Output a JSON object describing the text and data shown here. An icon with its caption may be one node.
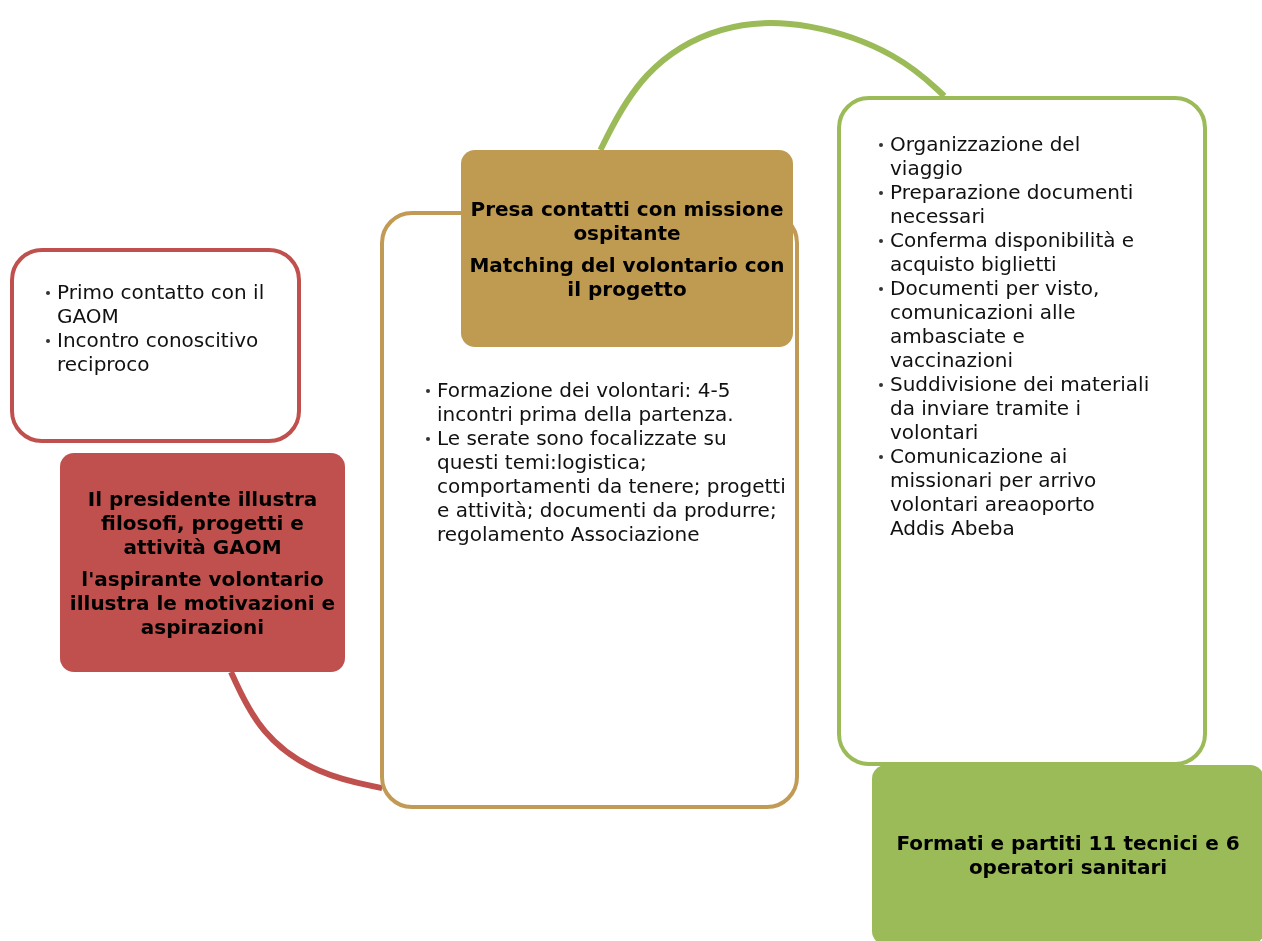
{
  "diagram": {
    "nodes": [
      {
        "text": [
          "Primo contatto con il GAOM",
          "Incontro conoscitivo reciproco"
        ]
      },
      {
        "text": [
          "Il presidente illustra filosofi,  progetti e attività GAOM",
          "l'aspirante volontario illustra le motivazioni e aspirazioni"
        ]
      },
      {
        "text": [
          "Formazione dei volontari: 4-5 incontri prima della partenza.",
          "Le serate sono focalizzate su questi temi:logistica; comportamenti da tenere; progetti e attività; documenti da produrre; regolamento Associazione"
        ]
      },
      {
        "text": [
          "Presa contatti con missione ospitante",
          "Matching del volontario con il progetto"
        ]
      },
      {
        "text": [
          "Organizzazione del viaggio",
          "Preparazione documenti necessari",
          "Conferma disponibilità e acquisto biglietti",
          "Documenti per visto, comunicazioni alle ambasciate e vaccinazioni",
          "Suddivisione dei materiali da inviare tramite i volontari",
          "Comunicazione ai missionari per arrivo volontari areaoporto Addis Abeba"
        ]
      },
      {
        "text": [
          "Formati e partiti 11 tecnici e 6 operatori sanitari"
        ]
      }
    ],
    "edges": [
      {
        "from": 1,
        "to": 2,
        "arrow": "none",
        "color": "#c0504d"
      },
      {
        "from": 3,
        "to": 4,
        "arrow": "none",
        "color": "#9bbb59"
      }
    ]
  }
}
